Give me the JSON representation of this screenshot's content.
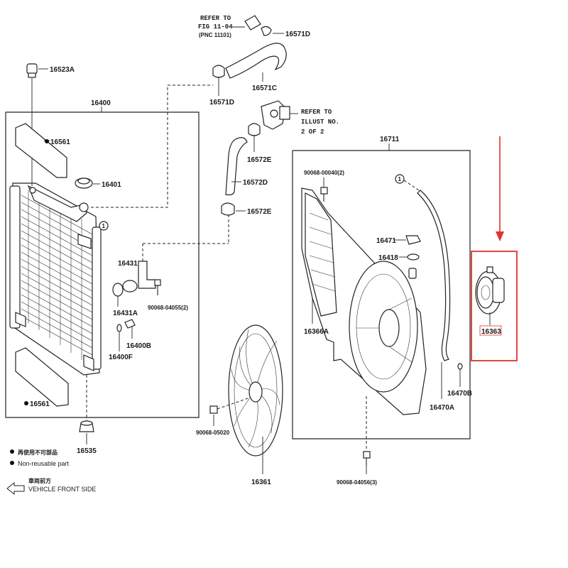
{
  "refs": {
    "fig_ref_line1": "REFER TO",
    "fig_ref_line2": "FIG 11-04",
    "fig_ref_line3": "(PNC 11101)",
    "illust_ref_line1": "REFER TO",
    "illust_ref_line2": "ILLUST NO.",
    "illust_ref_line3": "2 OF 2"
  },
  "parts": {
    "p16400": "16400",
    "p16523A": "16523A",
    "p16561_top": "16561",
    "p16401": "16401",
    "p16431": "16431",
    "p16431A": "16431A",
    "p16400B": "16400B",
    "p16400F": "16400F",
    "p90068_04055": "90068-04055(2)",
    "p16561_bottom": "16561",
    "p16535": "16535",
    "p16571D_top": "16571D",
    "p16571D_mid": "16571D",
    "p16571C": "16571C",
    "p16572E_top": "16572E",
    "p16572D": "16572D",
    "p16572E_bottom": "16572E",
    "p16711": "16711",
    "p90068_00040": "90068-00040(2)",
    "p16471": "16471",
    "p16418": "16418",
    "p16366A": "16366A",
    "p16470B": "16470B",
    "p16470A": "16470A",
    "p16363": "16363",
    "p90068_05020": "90068-05020",
    "p16361": "16361",
    "p90068_04056": "90068-04056(3)"
  },
  "legend": {
    "nonreusable_cn": "再使用不可部品",
    "nonreusable_en": "Non-reusable part",
    "front_cn": "車両前方",
    "front_en": "VEHICLE FRONT SIDE"
  },
  "highlight": {
    "color": "#e0322f"
  }
}
